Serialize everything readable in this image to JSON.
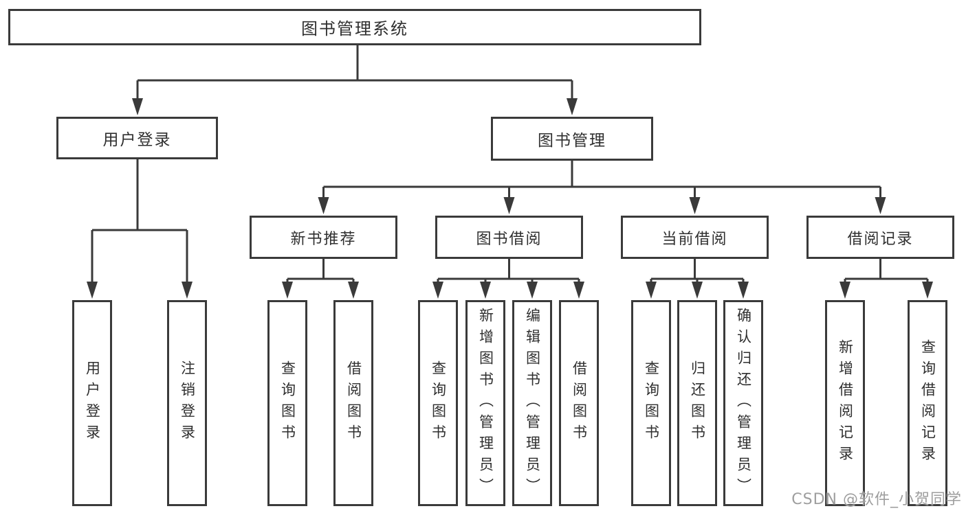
{
  "diagram_title": "图书管理系统",
  "tree": {
    "root": {
      "label": "图书管理系统",
      "children": [
        {
          "label": "用户登录",
          "children": [
            {
              "label": "用户登录"
            },
            {
              "label": "注销登录"
            }
          ]
        },
        {
          "label": "图书管理",
          "children": [
            {
              "label": "新书推荐",
              "children": [
                {
                  "label": "查询图书"
                },
                {
                  "label": "借阅图书"
                }
              ]
            },
            {
              "label": "图书借阅",
              "children": [
                {
                  "label": "查询图书"
                },
                {
                  "label": "新增图书（管理员）"
                },
                {
                  "label": "编辑图书（管理员）"
                },
                {
                  "label": "借阅图书"
                }
              ]
            },
            {
              "label": "当前借阅",
              "children": [
                {
                  "label": "查询图书"
                },
                {
                  "label": "归还图书"
                },
                {
                  "label": "确认归还（管理员）"
                }
              ]
            },
            {
              "label": "借阅记录",
              "children": [
                {
                  "label": "新增借阅记录"
                },
                {
                  "label": "查询借阅记录"
                }
              ]
            }
          ]
        }
      ]
    }
  },
  "watermark": {
    "text": "CSDN @软件_小贺同学"
  },
  "colors": {
    "line": "#3a3a3a",
    "box_border": "#3a3a3a",
    "text": "#2f2f2f",
    "box_background": "#ffffff",
    "page_background": "#ffffff",
    "watermark": "#9e9e9e"
  }
}
